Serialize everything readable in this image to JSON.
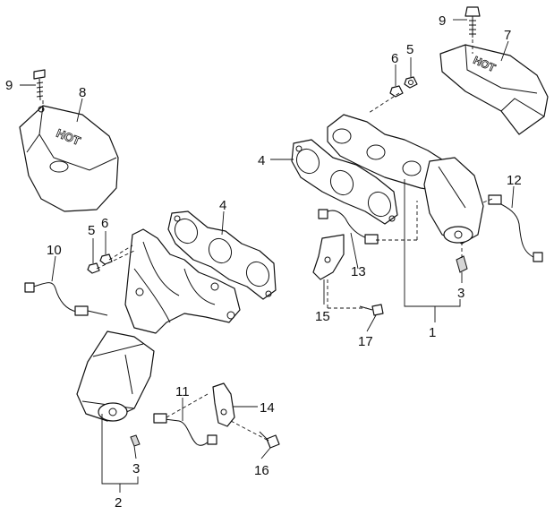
{
  "callouts": {
    "c1": "1",
    "c2": "2",
    "c3a": "3",
    "c3b": "3",
    "c4a": "4",
    "c4b": "4",
    "c5a": "5",
    "c5b": "5",
    "c6a": "6",
    "c6b": "6",
    "c7": "7",
    "c8": "8",
    "c9a": "9",
    "c9b": "9",
    "c10": "10",
    "c11": "11",
    "c12": "12",
    "c13": "13",
    "c14": "14",
    "c15": "15",
    "c16": "16",
    "c17": "17"
  },
  "shield_marking": "HOT"
}
